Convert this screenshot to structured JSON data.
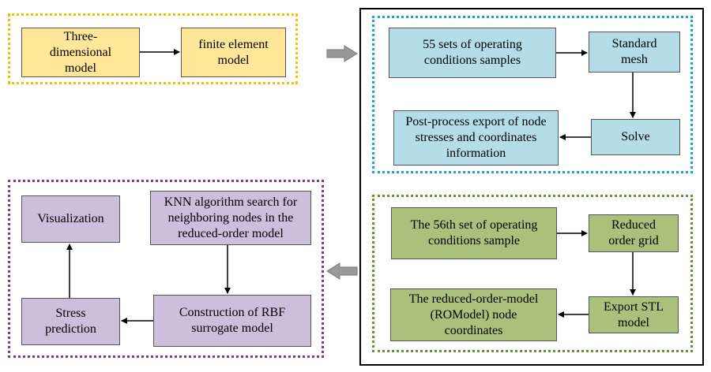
{
  "colors": {
    "yellow_fill": "#ffe699",
    "yellow_border": "#f2c200",
    "blue_fill": "#b4dde8",
    "blue_border": "#17a6d6",
    "green_fill": "#a9c17a",
    "green_border": "#6e8e3a",
    "purple_fill": "#cbbfdc",
    "purple_border": "#7a3a8e",
    "big_arrow": "#999999"
  },
  "geometry_group": {
    "three_dimensional_model": "Three-dimensional model",
    "finite_element_model": "finite element model"
  },
  "training_group": {
    "operating_samples": "55 sets of operating conditions samples",
    "standard_mesh": "Standard mesh",
    "solve": "Solve",
    "post_process_export": "Post-process export of node stresses and coordinates information"
  },
  "reduced_group": {
    "sample_56": "The 56th set of operating conditions sample",
    "reduced_order_grid": "Reduced order grid",
    "export_stl": "Export STL model",
    "rom_coordinates": "The reduced-order-model (ROModel) node coordinates"
  },
  "prediction_group": {
    "knn_search": "KNN algorithm search for neighboring nodes in the reduced-order model",
    "rbf_construction": "Construction of RBF surrogate model",
    "stress_prediction": "Stress prediction",
    "visualization": "Visualization"
  }
}
